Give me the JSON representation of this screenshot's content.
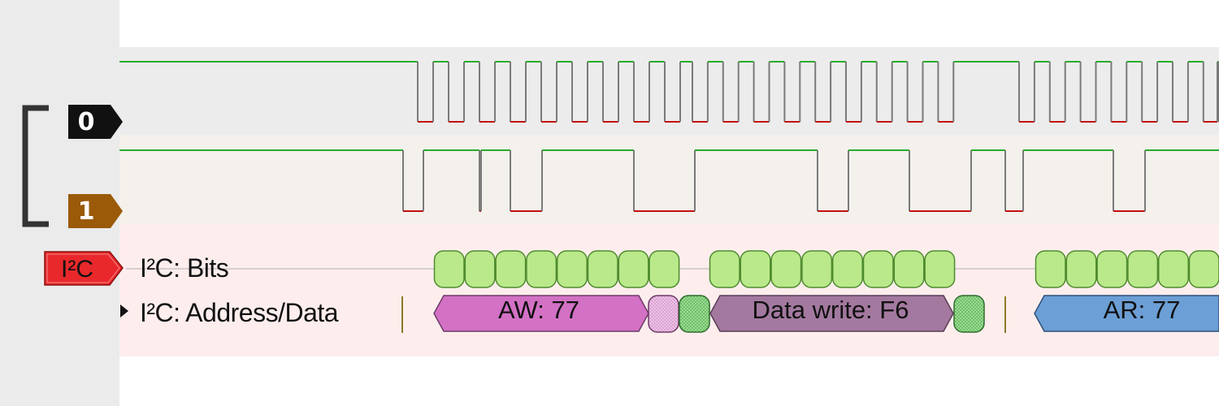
{
  "channels": [
    {
      "index_label": "0",
      "color": "#111111"
    },
    {
      "index_label": "1",
      "color": "#9a5a08"
    }
  ],
  "decoder": {
    "tag_label": "I²C",
    "tag_color": "#e8282b",
    "rows": [
      {
        "label": "I²C: Bits"
      },
      {
        "label": "I²C: Address/Data"
      }
    ],
    "annotations": [
      {
        "text": "AW: 77",
        "color": "#d371c5"
      },
      {
        "text": "Data write: F6",
        "color": "#a3799f"
      },
      {
        "text": "AR: 77",
        "color": "#6c9fd5"
      }
    ]
  },
  "colors": {
    "signal_high": "#2aab2a",
    "signal_low": "#c41010",
    "edge": "#7a7a7a",
    "bit_fill": "#b9e98a",
    "ack_fill": "#8fdc8f"
  }
}
